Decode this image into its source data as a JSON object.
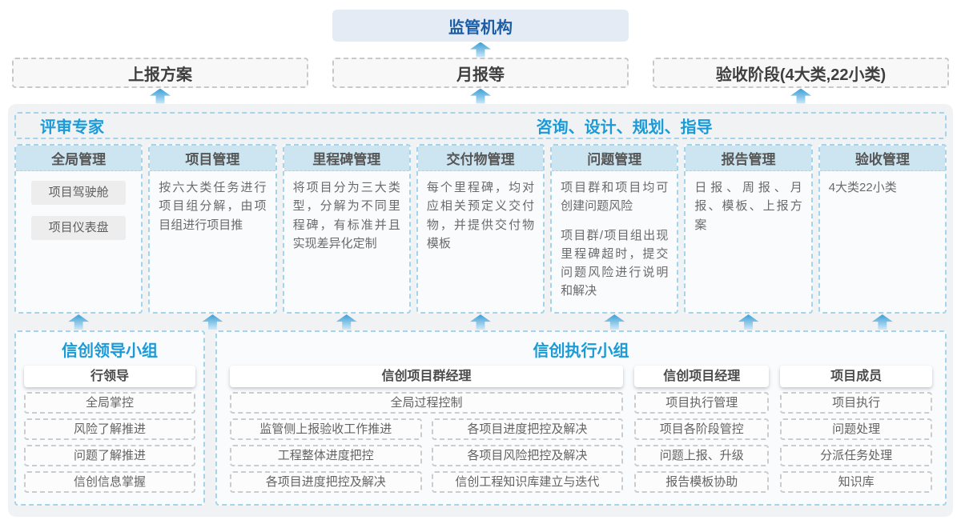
{
  "top": {
    "regulator": "监管机构",
    "stages": [
      "上报方案",
      "月报等",
      "验收阶段(4大类,22小类)"
    ]
  },
  "review": {
    "left_title": "评审专家",
    "right_title": "咨询、设计、规划、指导"
  },
  "columns": [
    {
      "header": "全局管理",
      "tags": [
        "项目驾驶舱",
        "项目仪表盘"
      ]
    },
    {
      "header": "项目管理",
      "p1": "按六大类任务进行项目组分解，由项目组进行项目推"
    },
    {
      "header": "里程碑管理",
      "p1": "将项目分为三大类型，分解为不同里程碑，有标准并且实现差异化定制"
    },
    {
      "header": "交付物管理",
      "p1": "每个里程碑，均对应相关预定义交付物，并提供交付物模板"
    },
    {
      "header": "问题管理",
      "p1": "项目群和项目均可创建问题风险",
      "p2": "项目群/项目组出现里程碑超时，提交问题风险进行说明和解决"
    },
    {
      "header": "报告管理",
      "p1": "日报、周报、月报、模板、上报方案"
    },
    {
      "header": "验收管理",
      "p1": "4大类22小类"
    }
  ],
  "leader_group": {
    "title": "信创领导小组",
    "role": "行领导",
    "items": [
      "全局掌控",
      "风险了解推进",
      "问题了解推进",
      "信创信息掌握"
    ]
  },
  "exec_group": {
    "title": "信创执行小组",
    "pg_manager": {
      "role": "信创项目群经理",
      "full_item": "全局过程控制",
      "left_items": [
        "监管侧上报验收工作推进",
        "工程整体进度把控",
        "各项目进度把控及解决"
      ],
      "right_items": [
        "各项目进度把控及解决",
        "各项目风险把控及解决",
        "信创工程知识库建立与迭代"
      ]
    },
    "pm": {
      "role": "信创项目经理",
      "items": [
        "项目执行管理",
        "项目各阶段管控",
        "问题上报、升级",
        "报告模板协助"
      ]
    },
    "member": {
      "role": "项目成员",
      "items": [
        "项目执行",
        "问题处理",
        "分派任务处理",
        "知识库"
      ]
    }
  },
  "colors": {
    "accent_blue": "#1a9bd8",
    "regulator_blue": "#1c5da3",
    "dashed_border_blue": "#a5d3ea",
    "column_header_bg": "#cde4f1",
    "container_bg": "#f1f2f4",
    "arrow_blue": "#3e9ed7"
  }
}
